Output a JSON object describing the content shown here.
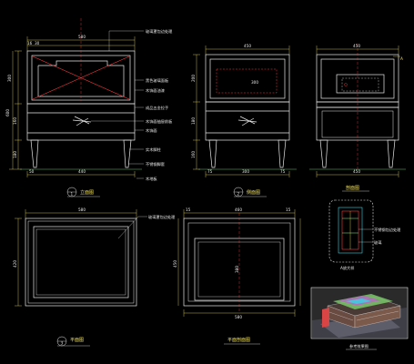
{
  "colors": {
    "background": "#000000",
    "outline": "#e8e8e8",
    "dimension": "#f3e25b",
    "leader": "#ff3b3b",
    "centerline": "#ff3b3b",
    "accent_cyan": "#35d7e6",
    "accent_green": "#8cf58c"
  },
  "views": {
    "front": {
      "title": "立面图",
      "symbol": "1",
      "dims": {
        "overall_width": "580",
        "leg_spacing": "440",
        "left_edge": "16",
        "inner_left": "30",
        "height_left": "300",
        "height_mid": "160",
        "height_bottom": "180",
        "height_total": "600",
        "foot_offset": "50"
      },
      "annotations": [
        "玻璃罩包边处理",
        "黑色玻璃面板",
        "木饰面油漆",
        "成品五金拉手",
        "木饰面抽屉前板",
        "木饰面",
        "实木脚柱",
        "不锈钢脚套",
        "木地板"
      ]
    },
    "side": {
      "title": "侧面图",
      "symbol": "2",
      "dims": {
        "overall_width": "450",
        "height_top": "200",
        "height_mid": "180",
        "height_bottom": "160",
        "inner": "300",
        "foot_span": "300",
        "foot_left": "75",
        "foot_right": "75"
      }
    },
    "section": {
      "title": "剖面图",
      "dims": {
        "overall_width": "450",
        "foot_span": "450"
      },
      "marker": "A"
    },
    "plan": {
      "title": "平面图",
      "symbol": "3",
      "dims": {
        "width": "580",
        "depth": "420"
      },
      "annotations": [
        "玻璃罩包边处理"
      ]
    },
    "plan_section": {
      "title": "平面剖面图",
      "dims": {
        "width": "580",
        "depth": "450",
        "inner_width": "460",
        "inner_depth": "380",
        "edge_left": "15",
        "edge_right": "15"
      }
    },
    "detail": {
      "title": "A放大样",
      "annotations": [
        "不锈钢包边处理",
        "玻璃"
      ]
    },
    "render": {
      "title": "参考效果图"
    }
  }
}
